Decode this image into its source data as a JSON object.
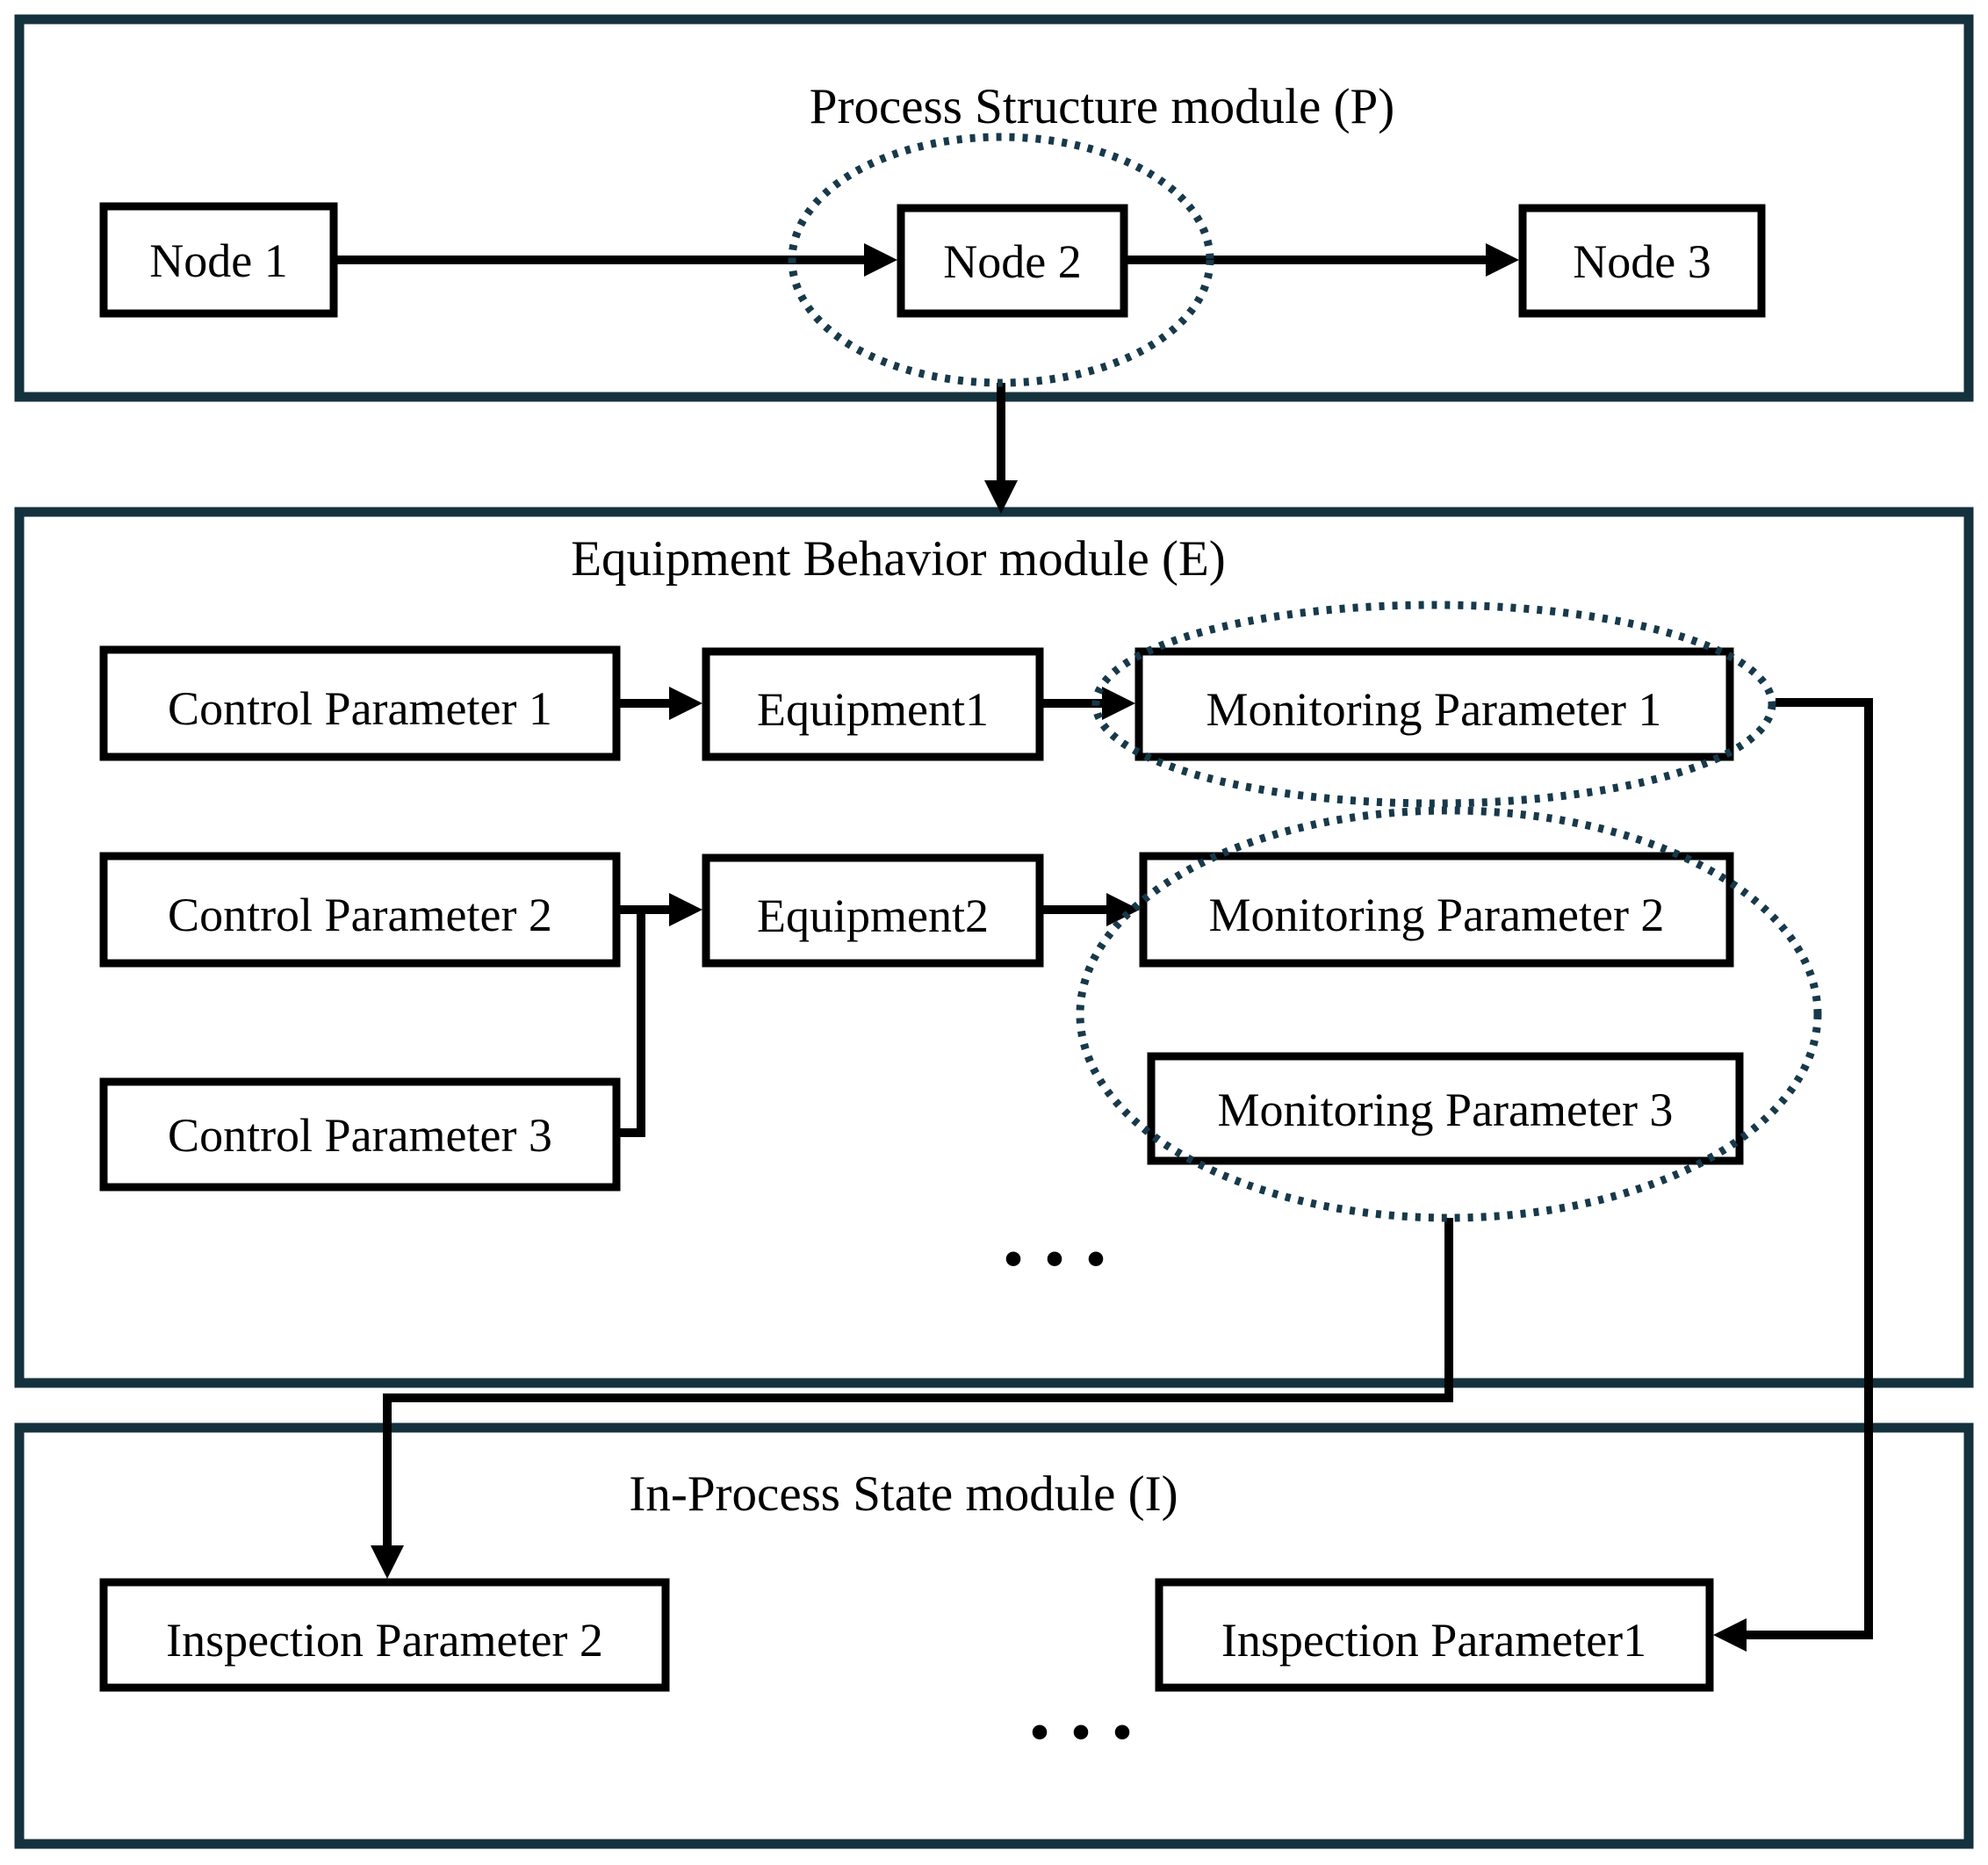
{
  "process_module": {
    "title": "Process Structure module (P)",
    "node1": "Node 1",
    "node2": "Node 2",
    "node3": "Node 3"
  },
  "equipment_module": {
    "title": "Equipment Behavior module (E)",
    "control1": "Control Parameter 1",
    "control2": "Control Parameter 2",
    "control3": "Control Parameter 3",
    "equipment1": "Equipment1",
    "equipment2": "Equipment2",
    "monitoring1": "Monitoring Parameter 1",
    "monitoring2": "Monitoring Parameter 2",
    "monitoring3": "Monitoring Parameter 3",
    "ellipsis": "..."
  },
  "inprocess_module": {
    "title": "In-Process State module (I)",
    "inspection2": "Inspection Parameter 2",
    "inspection1": "Inspection Parameter1",
    "ellipsis": "..."
  },
  "colors": {
    "module_border": "#14313e",
    "highlight_ellipse": "#17394a",
    "connector": "#000000",
    "box_border": "#000000",
    "background": "#ffffff"
  }
}
